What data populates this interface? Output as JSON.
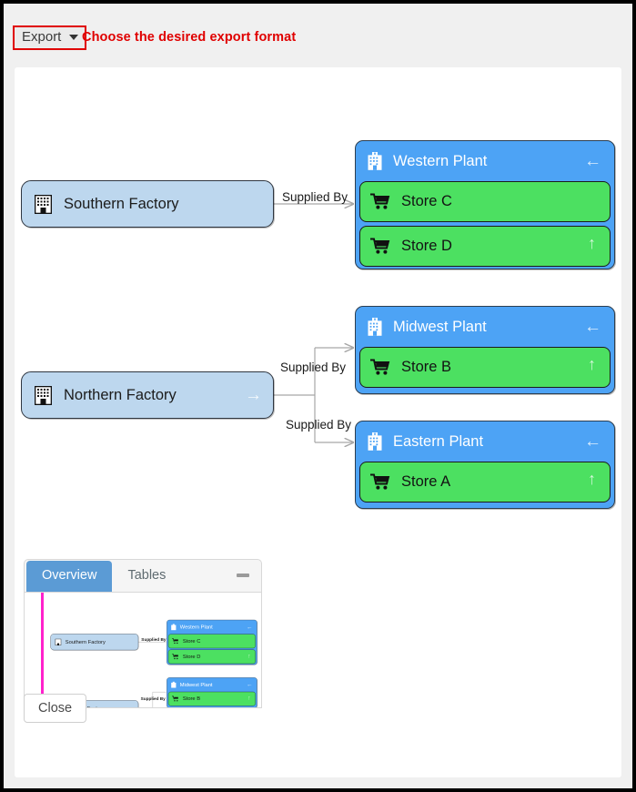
{
  "toolbar": {
    "export_label": "Export",
    "export_caret_icon": "chevron-down-icon",
    "hint_text": "Choose the desired export format",
    "hint_color": "#e00000",
    "highlight_color": "#e00000"
  },
  "diagram": {
    "factories": [
      {
        "label": "Southern Factory",
        "icon": "office-building-icon",
        "arrow": ""
      },
      {
        "label": "Northern Factory",
        "icon": "office-building-icon",
        "arrow": "→"
      }
    ],
    "edge_label": "Supplied By",
    "edges": [
      {
        "label": "Supplied By",
        "from": "Southern Factory",
        "to": "Western Plant"
      },
      {
        "label": "Supplied By",
        "from": "Northern Factory",
        "to": "Midwest Plant"
      },
      {
        "label": "Supplied By",
        "from": "Northern Factory",
        "to": "Eastern Plant"
      }
    ],
    "plants": [
      {
        "label": "Western Plant",
        "icon": "hospital-building-icon",
        "arrow": "←",
        "stores": [
          {
            "label": "Store C",
            "icon": "shopping-cart-icon",
            "arrow": ""
          },
          {
            "label": "Store D",
            "icon": "shopping-cart-icon",
            "arrow": "↑"
          }
        ]
      },
      {
        "label": "Midwest Plant",
        "icon": "hospital-building-icon",
        "arrow": "←",
        "stores": [
          {
            "label": "Store B",
            "icon": "shopping-cart-icon",
            "arrow": "↑"
          }
        ]
      },
      {
        "label": "Eastern Plant",
        "icon": "hospital-building-icon",
        "arrow": "←",
        "stores": [
          {
            "label": "Store A",
            "icon": "shopping-cart-icon",
            "arrow": "↑"
          }
        ]
      }
    ],
    "colors": {
      "factory_fill": "#bdd7ee",
      "plant_fill": "#4da3f5",
      "store_fill": "#4ce061",
      "edge_stroke": "#a6a6a6"
    }
  },
  "overview": {
    "tabs": [
      {
        "label": "Overview",
        "active": true
      },
      {
        "label": "Tables",
        "active": false
      }
    ],
    "minimize_icon": "minimize-icon",
    "viewport_color": "#ff22cc"
  },
  "footer": {
    "close_label": "Close"
  }
}
